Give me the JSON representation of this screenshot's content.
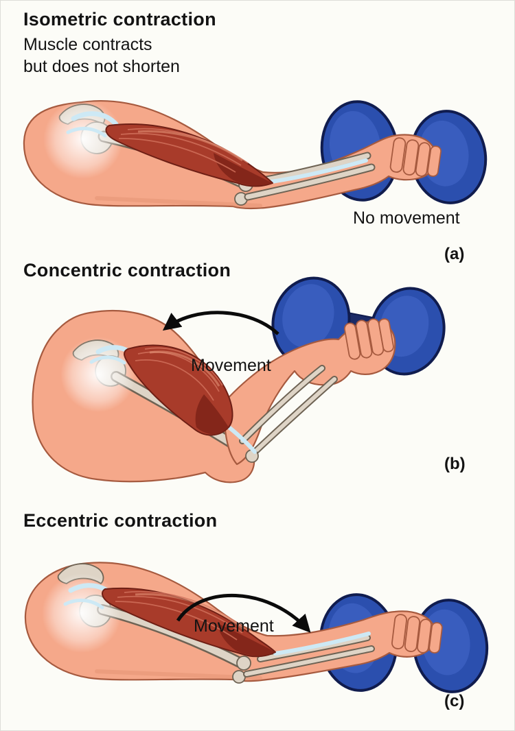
{
  "panels": [
    {
      "letter": "(a)",
      "title": "Isometric contraction",
      "subtitle_line1": "Muscle contracts",
      "subtitle_line2": "but does not shorten",
      "movement_label": "No movement",
      "arrow": "none"
    },
    {
      "letter": "(b)",
      "title": "Concentric contraction",
      "movement_label": "Movement",
      "arrow": "curved-up-toward-shoulder"
    },
    {
      "letter": "(c)",
      "title": "Eccentric contraction",
      "movement_label": "Movement",
      "arrow": "curved-down-away-from-shoulder"
    }
  ],
  "colors": {
    "background": "#fcfcf7",
    "text": "#131313",
    "skin": "#f5a88a",
    "skin_outline": "#a65a3f",
    "bone": "#ded4c6",
    "bone_outline": "#6e6354",
    "muscle": "#a83b2a",
    "muscle_dark": "#7e2318",
    "tendon": "#cde9f5",
    "dumbbell": "#2b4fae",
    "dumbbell_dark": "#101c4e",
    "dumbbell_handle": "#1b2a66",
    "arrow": "#0b0b0b"
  }
}
